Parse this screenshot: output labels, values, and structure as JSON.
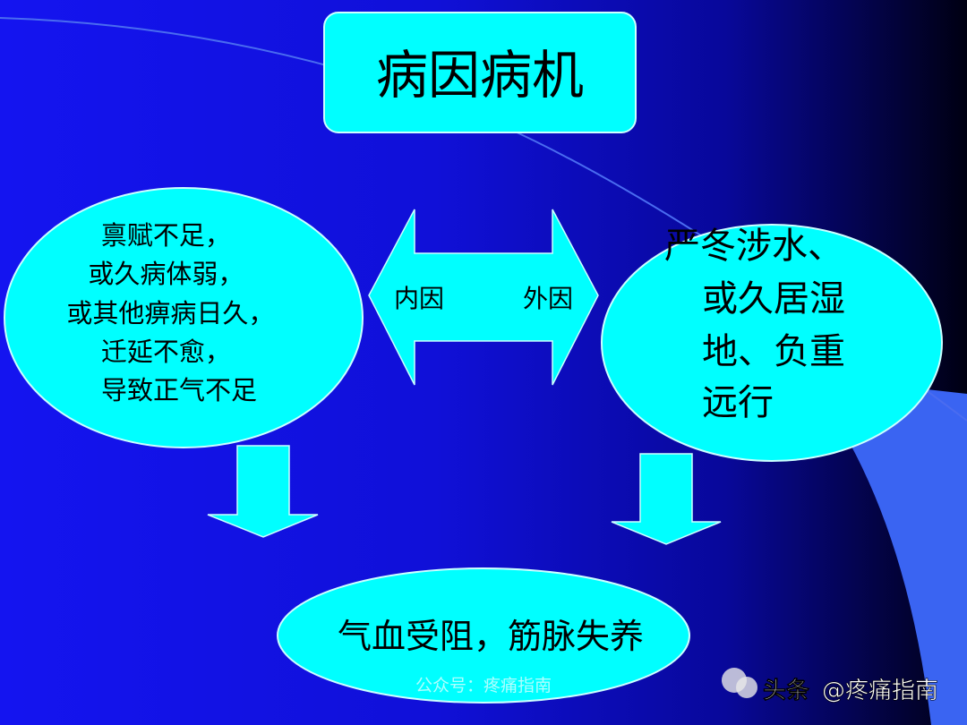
{
  "slide": {
    "title": "病因病机",
    "left_cause": [
      "禀赋不足，",
      "或久病体弱，",
      "或其他痹病日久，",
      "迁延不愈，",
      "导致正气不足"
    ],
    "right_cause": [
      "严冬涉水、",
      "或久居湿",
      "地、负重",
      "远行"
    ],
    "arrow_left_label": "内因",
    "arrow_right_label": "外因",
    "result": "气血受阻，筋脉失养"
  },
  "watermarks": {
    "wechat": "公众号：疼痛指南",
    "toutiao_prefix": "头条",
    "toutiao_handle": "@疼痛指南"
  },
  "colors": {
    "shape_fill": "#00ffff",
    "background_blue": "#1414e8",
    "background_dark": "#000010",
    "swoosh": "#3a64f2"
  }
}
